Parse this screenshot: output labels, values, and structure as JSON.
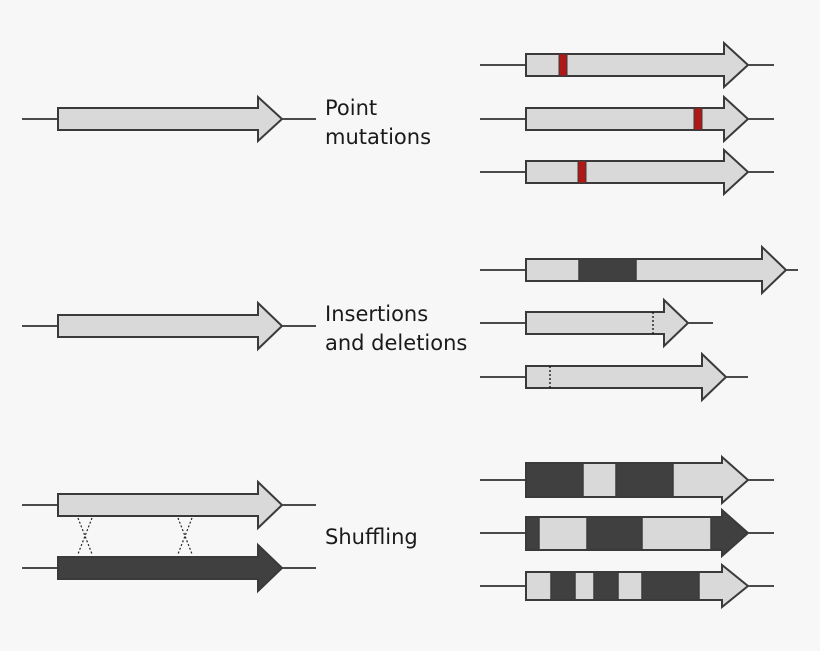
{
  "labels": {
    "point_line1": "Point",
    "point_line2": "mutations",
    "indel_line1": "Insertions",
    "indel_line2": "and deletions",
    "shuffling": "Shuffling"
  },
  "colors": {
    "background": "#f7f7f7",
    "gene_light": "#d9d9d9",
    "gene_dark": "#404040",
    "point_mutation": "#b01818",
    "stroke": "#3a3a3a",
    "line": "#111111"
  }
}
